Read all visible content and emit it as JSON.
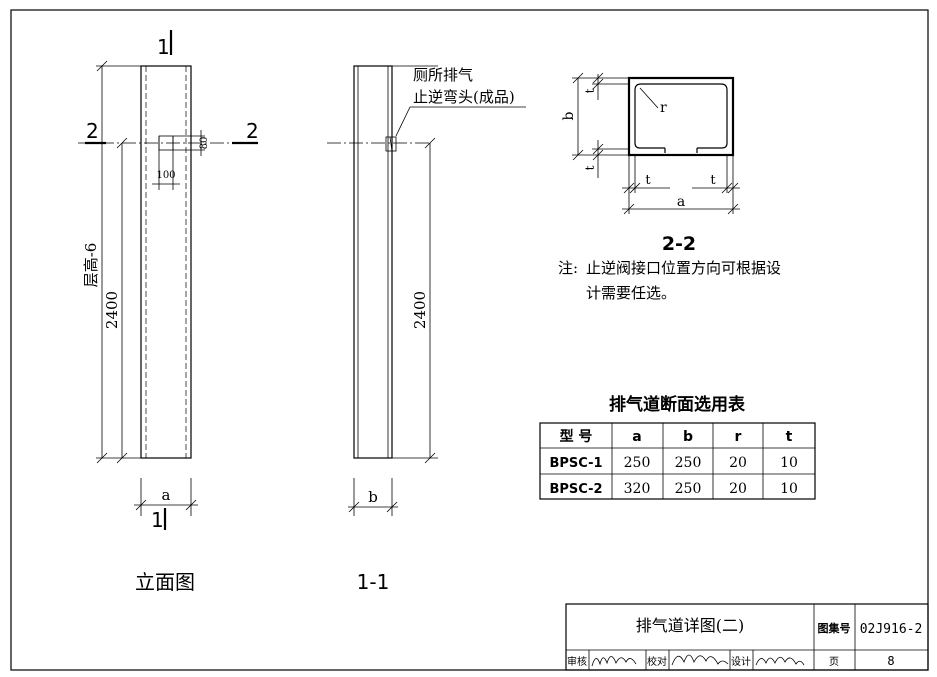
{
  "elevation": {
    "section_mark_1": "1",
    "section_mark_2": "2",
    "dim_floor": "层高-6",
    "dim_2400": "2400",
    "dim_100": "100",
    "dim_80": "80",
    "dim_a": "a",
    "title": "立面图"
  },
  "section_1_1": {
    "callout_line1": "厕所排气",
    "callout_line2": "止逆弯头(成品)",
    "dim_2400": "2400",
    "dim_b": "b",
    "title": "1-1"
  },
  "section_2_2": {
    "dim_b": "b",
    "dim_t_top": "t",
    "dim_t_bottom": "t",
    "dim_r": "r",
    "dim_t_left": "t",
    "dim_t_right": "t",
    "dim_a": "a",
    "title": "2-2"
  },
  "note": {
    "label": "注:",
    "line1": "止逆阀接口位置方向可根据设",
    "line2": "计需要任选。"
  },
  "table": {
    "title": "排气道断面选用表",
    "headers": [
      "型 号",
      "a",
      "b",
      "r",
      "t"
    ],
    "rows": [
      [
        "BPSC-1",
        "250",
        "250",
        "20",
        "10"
      ],
      [
        "BPSC-2",
        "320",
        "250",
        "20",
        "10"
      ]
    ]
  },
  "title_block": {
    "drawing_title": "排气道详图(二)",
    "atlas_label": "图集号",
    "atlas_no": "02J916-2",
    "review_label": "审核",
    "check_label": "校对",
    "design_label": "设计",
    "page_label": "页",
    "page_no": "8"
  }
}
